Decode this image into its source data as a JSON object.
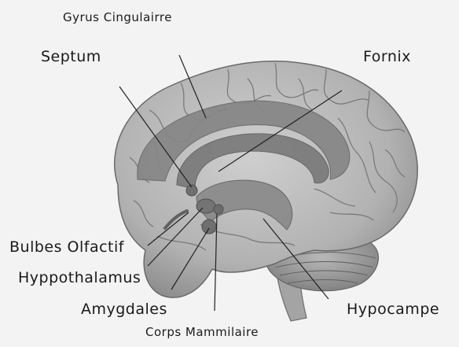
{
  "labels": {
    "gyrus": "Gyrus Cingulairre",
    "septum": "Septum",
    "fornix": "Fornix",
    "bulbes": "Bulbes Olfactif",
    "hypothalamus": "Hyppothalamus",
    "amygdales": "Amygdales",
    "hypocampe": "Hypocampe",
    "corps": "Corps Mammilaire"
  },
  "colors": {
    "background": "#f3f3f3",
    "brain": "#b7b7b7",
    "limbic": "#7c7c7c",
    "leader_line": "#222222"
  }
}
